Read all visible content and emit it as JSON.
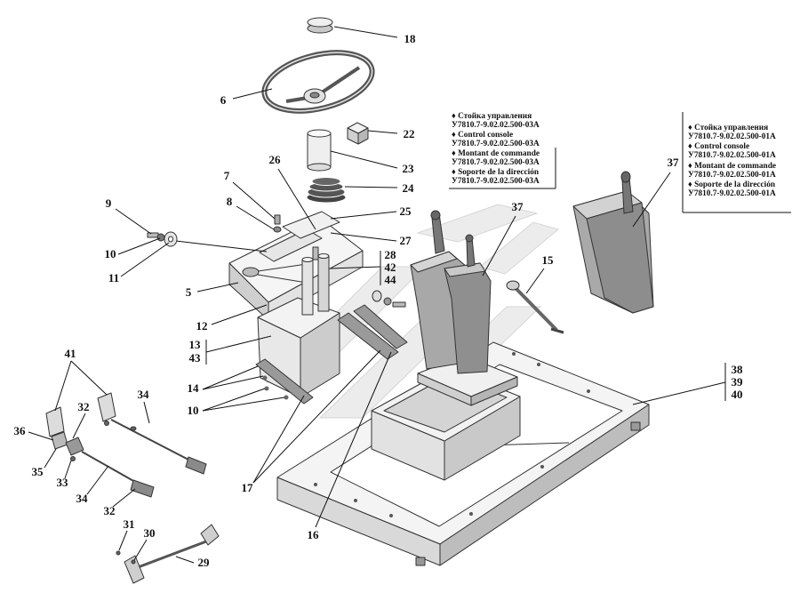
{
  "callouts": [
    "18",
    "6",
    "22",
    "23",
    "24",
    "26",
    "7",
    "8",
    "25",
    "9",
    "10",
    "11",
    "27",
    "28",
    "42",
    "44",
    "5",
    "12",
    "13",
    "43",
    "14",
    "10",
    "41",
    "34",
    "32",
    "36",
    "35",
    "33",
    "34",
    "32",
    "31",
    "30",
    "29",
    "17",
    "16",
    "15",
    "37",
    "37",
    "38",
    "39",
    "40"
  ],
  "variant_03a": {
    "lines": [
      "♦ Стойка управления",
      "У7810.7-9.02.02.500-03А",
      "♦ Control console",
      "У7810.7-9.02.02.500-03А",
      "♦ Montant de commande",
      "У7810.7-9.02.02.500-03А",
      "♦ Soporte de la dirección",
      "У7810.7-9.02.02.500-03А"
    ]
  },
  "variant_01a": {
    "lines": [
      "♦ Стойка управления",
      "У7810.7-9.02.02.500-01А",
      "♦ Control console",
      "У7810.7-9.02.02.500-01А",
      "♦ Montant de commande",
      "У7810.7-9.02.02.500-01А",
      "♦ Soporte de la dirección",
      "У7810.7-9.02.02.500-01А"
    ]
  }
}
